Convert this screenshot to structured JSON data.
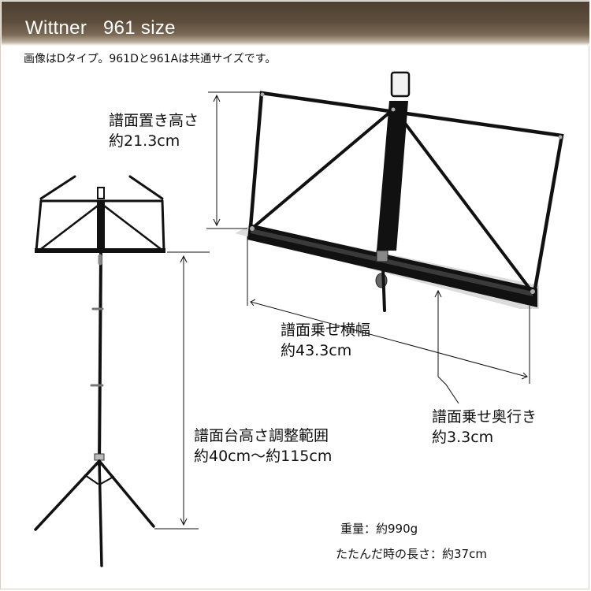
{
  "header": {
    "title": "Wittner   961 size",
    "subtitle": "画像はDタイプ。961Dと961Aは共通サイズです。"
  },
  "specs": {
    "desk_height": {
      "label": "譜面置き高さ",
      "value": "約21.3cm"
    },
    "desk_width": {
      "label": "譜面乗せ横幅",
      "value": "約43.3cm"
    },
    "desk_depth": {
      "label": "譜面乗せ奥行き",
      "value": "約3.3cm"
    },
    "stand_height": {
      "label": "譜面台高さ調整範囲",
      "value": "約40cm〜約115cm"
    },
    "weight": "重量：約990g",
    "folded_length": "たたんだ時の長さ：約37cm"
  },
  "colors": {
    "banner": "#5c4d3b",
    "stand": "#111111"
  }
}
